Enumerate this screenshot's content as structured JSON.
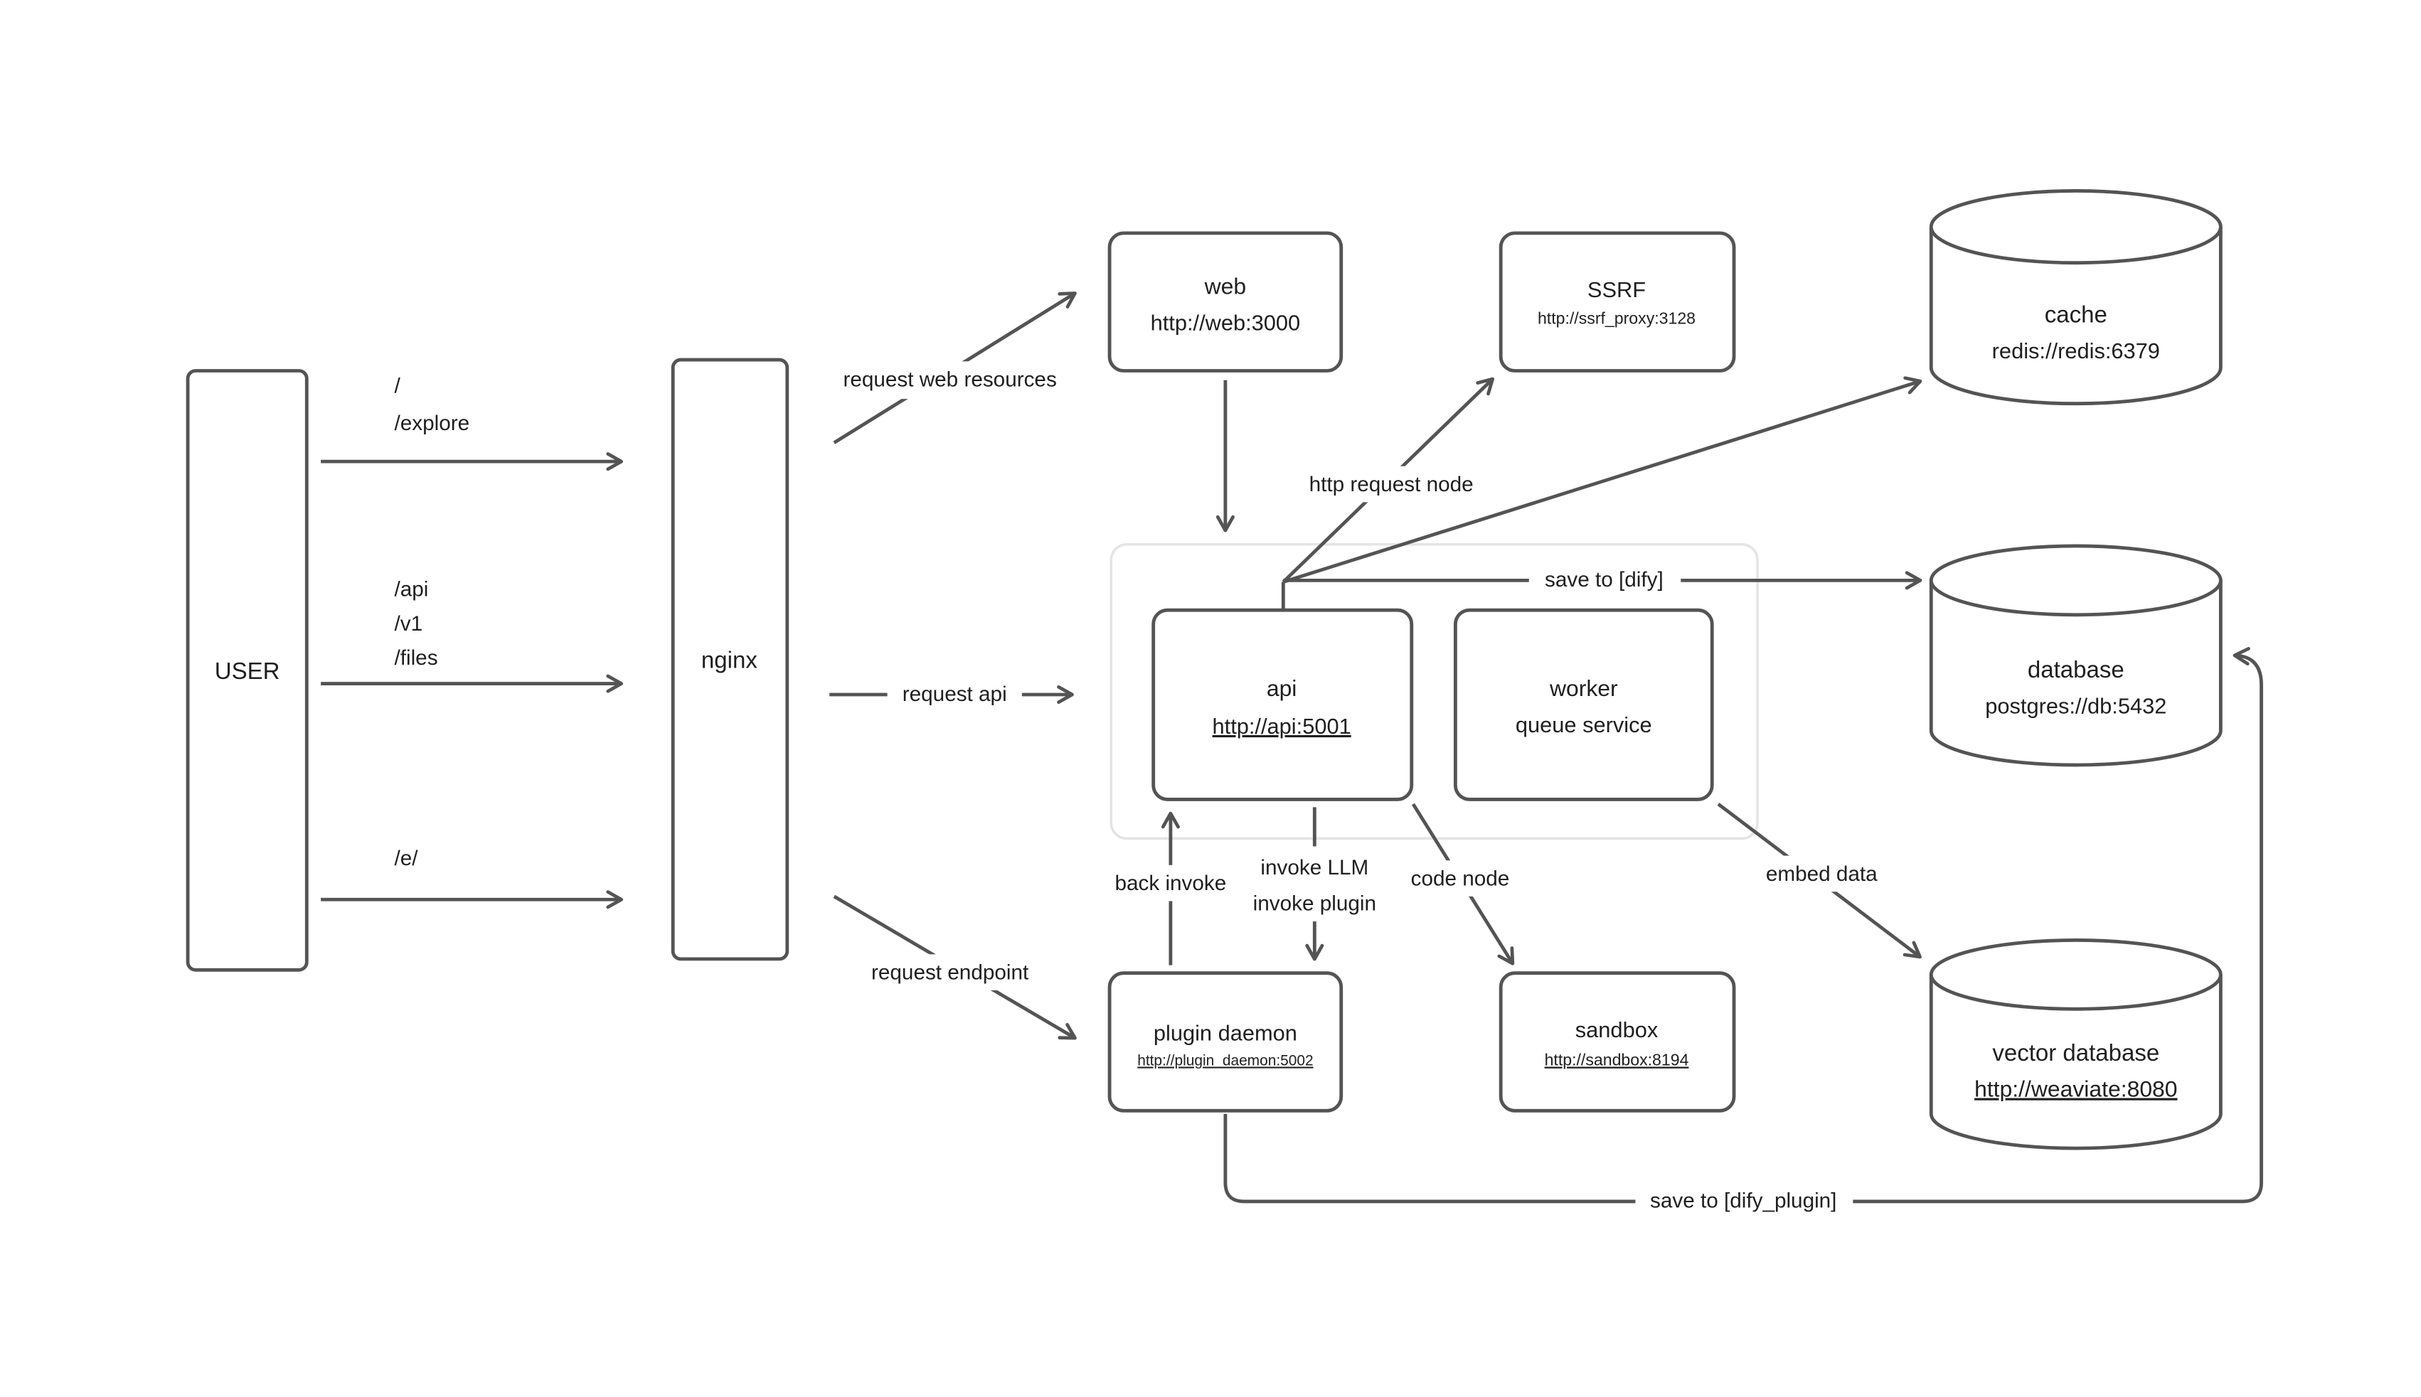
{
  "nodes": {
    "user": {
      "label": "USER"
    },
    "nginx": {
      "label": "nginx"
    },
    "web": {
      "title": "web",
      "url": "http://web:3000"
    },
    "ssrf": {
      "title": "SSRF",
      "url": "http://ssrf_proxy:3128"
    },
    "cache": {
      "title": "cache",
      "url": "redis://redis:6379"
    },
    "database": {
      "title": "database",
      "url": "postgres://db:5432"
    },
    "vector_database": {
      "title": "vector database",
      "url": "http://weaviate:8080"
    },
    "api": {
      "title": "api",
      "url": "http://api:5001"
    },
    "worker": {
      "title": "worker",
      "subtitle": "queue service"
    },
    "plugin_daemon": {
      "title": "plugin daemon",
      "url": "http://plugin_daemon:5002"
    },
    "sandbox": {
      "title": "sandbox",
      "url": "http://sandbox:8194"
    }
  },
  "edges": {
    "user_root": {
      "line1": "/",
      "line2": "/explore"
    },
    "user_api": {
      "line1": "/api",
      "line2": "/v1",
      "line3": "/files"
    },
    "user_e": {
      "line1": "/e/"
    },
    "request_web_resources": "request web resources",
    "request_api": "request api",
    "request_endpoint": "request endpoint",
    "http_request_node": "http request node",
    "save_to_dify": "save to [dify]",
    "back_invoke": "back invoke",
    "invoke_llm": "invoke LLM",
    "invoke_plugin": "invoke plugin",
    "code_node": "code node",
    "embed_data": "embed data",
    "save_to_dify_plugin": "save to [dify_plugin]"
  },
  "colors": {
    "stroke": "#545454",
    "text": "#1f1f1f",
    "group_border": "#e4e4e4",
    "background": "#ffffff"
  }
}
